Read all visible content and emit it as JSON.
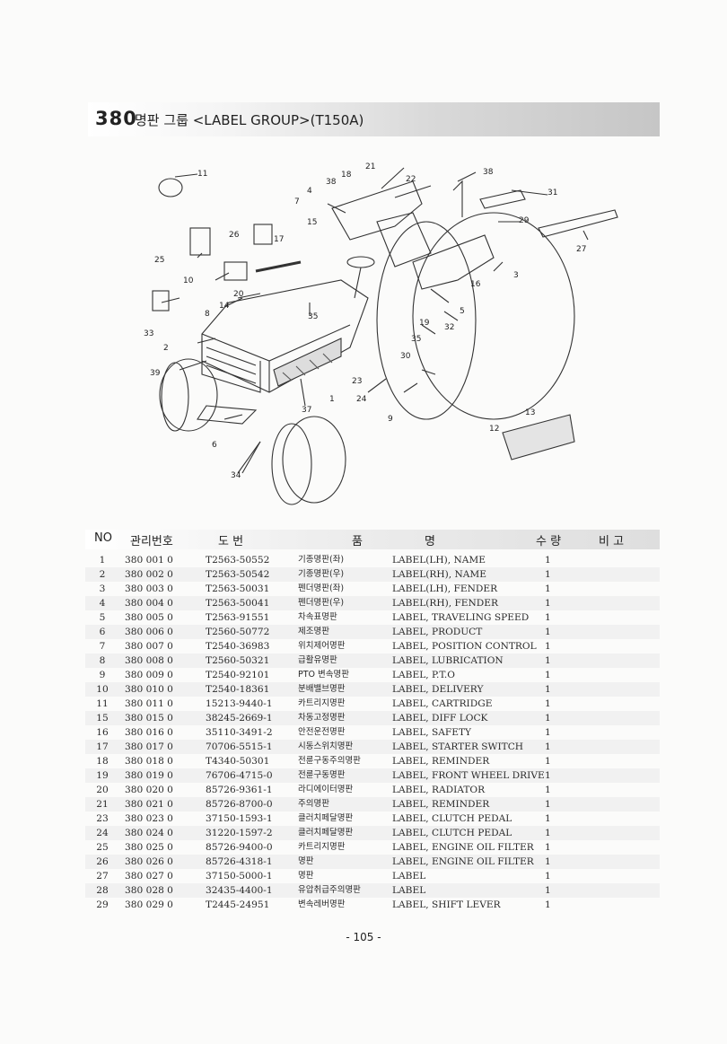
{
  "header": {
    "number": "380",
    "title": "명판 그룹 <LABEL GROUP>(T150A)"
  },
  "diagram": {
    "callouts": [
      "1",
      "2",
      "3",
      "4",
      "5",
      "6",
      "7",
      "8",
      "9",
      "10",
      "11",
      "12",
      "13",
      "14",
      "15",
      "16",
      "17",
      "18",
      "19",
      "20",
      "21",
      "22",
      "23",
      "24",
      "25",
      "26",
      "27",
      "29",
      "30",
      "31",
      "32",
      "33",
      "34",
      "35",
      "35",
      "37",
      "38",
      "38",
      "39"
    ]
  },
  "table": {
    "columns": {
      "no": "NO",
      "mgmt": "관리번호",
      "drawing": "도  번",
      "name_pum": "품",
      "name_myeong": "명",
      "qty": "수 량",
      "remark": "비  고"
    },
    "rows": [
      {
        "no": "1",
        "mgmt": "380  001  0",
        "drawing": "T2563-50552",
        "kor": "기종명판(좌)",
        "eng": "LABEL(LH), NAME",
        "qty": "1"
      },
      {
        "no": "2",
        "mgmt": "380  002  0",
        "drawing": "T2563-50542",
        "kor": "기종명판(우)",
        "eng": "LABEL(RH), NAME",
        "qty": "1"
      },
      {
        "no": "3",
        "mgmt": "380  003  0",
        "drawing": "T2563-50031",
        "kor": "펜더명판(좌)",
        "eng": "LABEL(LH), FENDER",
        "qty": "1"
      },
      {
        "no": "4",
        "mgmt": "380  004  0",
        "drawing": "T2563-50041",
        "kor": "펜더명판(우)",
        "eng": "LABEL(RH), FENDER",
        "qty": "1"
      },
      {
        "no": "5",
        "mgmt": "380  005  0",
        "drawing": "T2563-91551",
        "kor": "차속표명판",
        "eng": "LABEL, TRAVELING SPEED",
        "qty": "1"
      },
      {
        "no": "6",
        "mgmt": "380  006  0",
        "drawing": "T2560-50772",
        "kor": "제조명판",
        "eng": "LABEL, PRODUCT",
        "qty": "1"
      },
      {
        "no": "7",
        "mgmt": "380  007  0",
        "drawing": "T2540-36983",
        "kor": "위치제어명판",
        "eng": "LABEL, POSITION CONTROL",
        "qty": "1"
      },
      {
        "no": "8",
        "mgmt": "380  008  0",
        "drawing": "T2560-50321",
        "kor": "급활유명판",
        "eng": "LABEL, LUBRICATION",
        "qty": "1"
      },
      {
        "no": "9",
        "mgmt": "380  009  0",
        "drawing": "T2540-92101",
        "kor": "PTO 변속명판",
        "eng": "LABEL, P.T.O",
        "qty": "1"
      },
      {
        "no": "10",
        "mgmt": "380  010  0",
        "drawing": "T2540-18361",
        "kor": "분배밸브명판",
        "eng": "LABEL, DELIVERY",
        "qty": "1"
      },
      {
        "no": "11",
        "mgmt": "380  011  0",
        "drawing": "15213-9440-1",
        "kor": "카트리지명판",
        "eng": "LABEL, CARTRIDGE",
        "qty": "1"
      },
      {
        "no": "15",
        "mgmt": "380  015  0",
        "drawing": "38245-2669-1",
        "kor": "차동고정명판",
        "eng": "LABEL, DIFF LOCK",
        "qty": "1"
      },
      {
        "no": "16",
        "mgmt": "380  016  0",
        "drawing": "35110-3491-2",
        "kor": "안전운전명판",
        "eng": "LABEL, SAFETY",
        "qty": "1"
      },
      {
        "no": "17",
        "mgmt": "380  017  0",
        "drawing": "70706-5515-1",
        "kor": "시동스위치명판",
        "eng": "LABEL, STARTER SWITCH",
        "qty": "1"
      },
      {
        "no": "18",
        "mgmt": "380  018  0",
        "drawing": "T4340-50301",
        "kor": "전륜구동주의명판",
        "eng": "LABEL, REMINDER",
        "qty": "1"
      },
      {
        "no": "19",
        "mgmt": "380  019  0",
        "drawing": "76706-4715-0",
        "kor": "전륜구동명판",
        "eng": "LABEL, FRONT WHEEL DRIVE",
        "qty": "1"
      },
      {
        "no": "20",
        "mgmt": "380  020  0",
        "drawing": "85726-9361-1",
        "kor": "라디에이터명판",
        "eng": "LABEL, RADIATOR",
        "qty": "1"
      },
      {
        "no": "21",
        "mgmt": "380  021  0",
        "drawing": "85726-8700-0",
        "kor": "주의명판",
        "eng": "LABEL, REMINDER",
        "qty": "1"
      },
      {
        "no": "23",
        "mgmt": "380  023  0",
        "drawing": "37150-1593-1",
        "kor": "클러치페달명판",
        "eng": "LABEL, CLUTCH PEDAL",
        "qty": "1"
      },
      {
        "no": "24",
        "mgmt": "380  024  0",
        "drawing": "31220-1597-2",
        "kor": "클러치페달명판",
        "eng": "LABEL, CLUTCH PEDAL",
        "qty": "1"
      },
      {
        "no": "25",
        "mgmt": "380  025  0",
        "drawing": "85726-9400-0",
        "kor": "카트리지명판",
        "eng": "LABEL, ENGINE OIL FILTER",
        "qty": "1"
      },
      {
        "no": "26",
        "mgmt": "380  026  0",
        "drawing": "85726-4318-1",
        "kor": "명판",
        "eng": "LABEL, ENGINE OIL FILTER",
        "qty": "1"
      },
      {
        "no": "27",
        "mgmt": "380  027  0",
        "drawing": "37150-5000-1",
        "kor": "명판",
        "eng": "LABEL",
        "qty": "1"
      },
      {
        "no": "28",
        "mgmt": "380  028  0",
        "drawing": "32435-4400-1",
        "kor": "유압취급주의명판",
        "eng": "LABEL",
        "qty": "1"
      },
      {
        "no": "29",
        "mgmt": "380  029  0",
        "drawing": "T2445-24951",
        "kor": "변속레버명판",
        "eng": "LABEL, SHIFT LEVER",
        "qty": "1"
      }
    ]
  },
  "footer": {
    "page": "- 105 -"
  }
}
